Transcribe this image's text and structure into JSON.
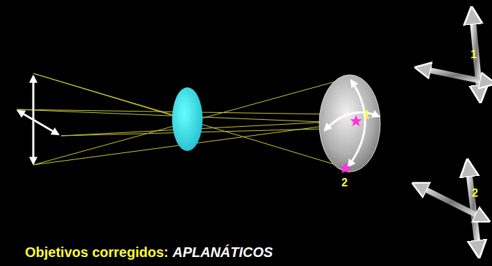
{
  "diagram": {
    "caption": "Objetivos corregidos:",
    "labels": [
      "1",
      "2",
      "1",
      "2",
      "APLANÁTICOS"
    ]
  }
}
